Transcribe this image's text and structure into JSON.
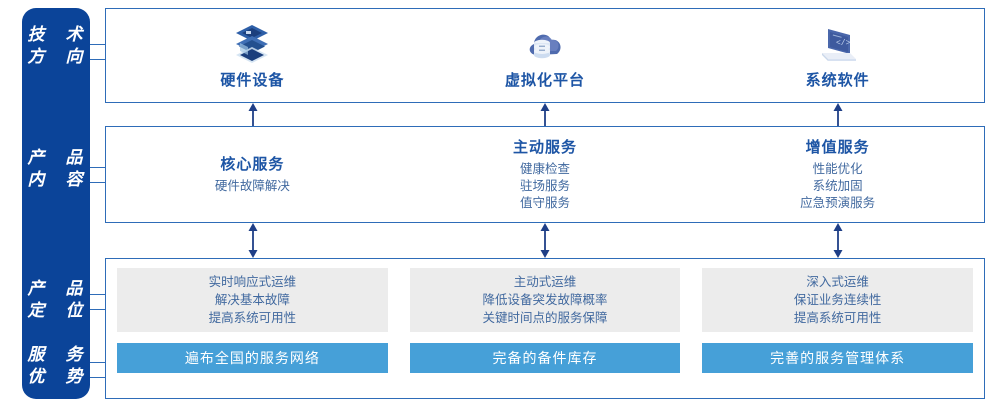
{
  "rail": {
    "labels": [
      {
        "key": "tech-direction",
        "text": "技　术\n方　向"
      },
      {
        "key": "product-content",
        "text": "产　品\n内　容"
      },
      {
        "key": "product-position",
        "text": "产　品\n定　位"
      },
      {
        "key": "service-advantage",
        "text": "服　务\n优　势"
      }
    ]
  },
  "tech_row": {
    "items": [
      {
        "icon": "server-stack-icon",
        "title": "硬件设备"
      },
      {
        "icon": "cloud-database-icon",
        "title": "虚拟化平台"
      },
      {
        "icon": "laptop-code-icon",
        "title": "系统软件"
      }
    ]
  },
  "product_row": {
    "items": [
      {
        "title": "核心服务",
        "list": "硬件故障解决"
      },
      {
        "title": "主动服务",
        "list": "健康检查\n驻场服务\n值守服务"
      },
      {
        "title": "增值服务",
        "list": "性能优化\n系统加固\n应急预演服务"
      }
    ]
  },
  "bottom_row": {
    "items": [
      {
        "positioning": "实时响应式运维\n解决基本故障\n提高系统可用性",
        "advantage": "遍布全国的服务网络"
      },
      {
        "positioning": "主动式运维\n降低设备突发故障概率\n关键时间点的服务保障",
        "advantage": "完备的备件库存"
      },
      {
        "positioning": "深入式运维\n保证业务连续性\n提高系统可用性",
        "advantage": "完善的服务管理体系"
      }
    ]
  },
  "colors": {
    "rail_blue": "#0b4499",
    "border_blue": "#2e6cb8",
    "title_blue": "#1d55a5",
    "body_blue": "#41699f",
    "bar_blue": "#46a0d8",
    "card_gray": "#ececec",
    "arrow_blue": "#1f3f87"
  }
}
